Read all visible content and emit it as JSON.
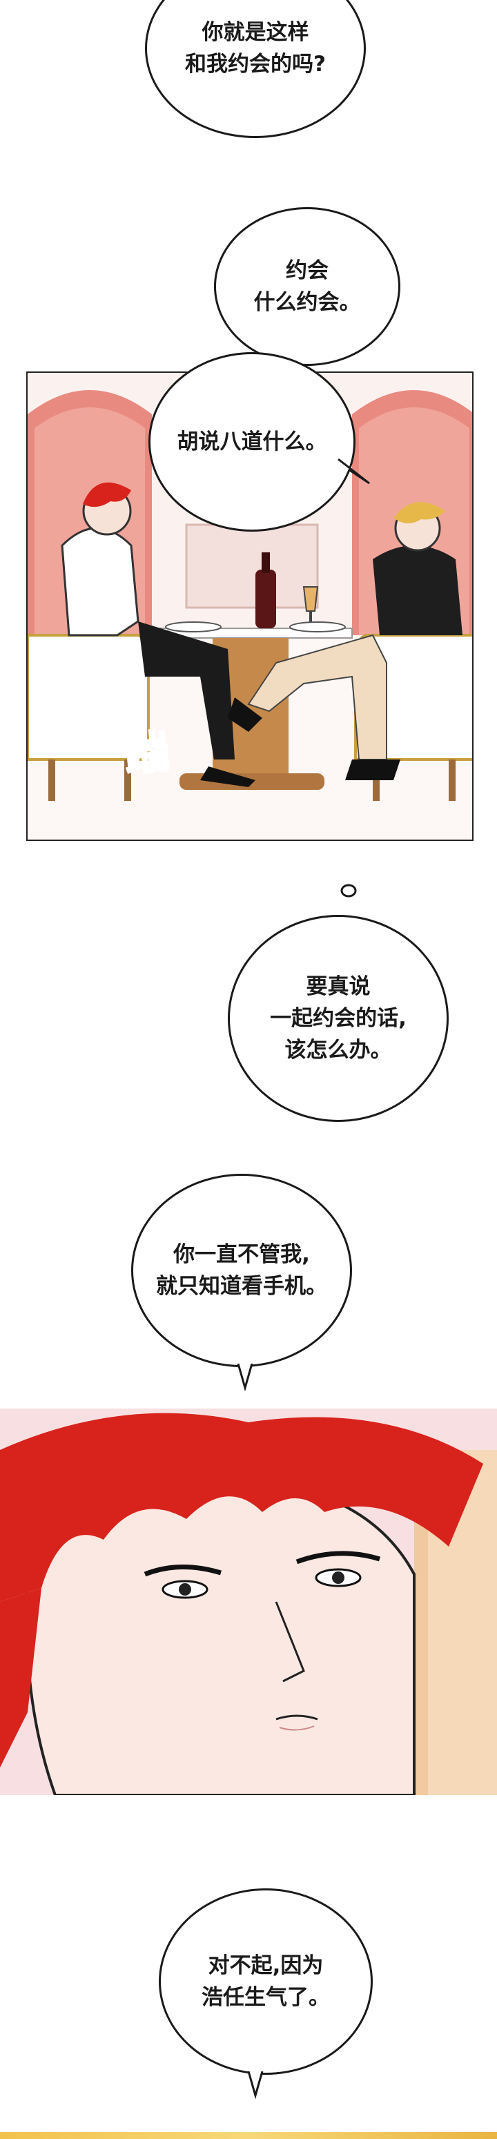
{
  "bubbles": {
    "b1": "你就是这样\n和我约会的吗?",
    "b2": "约会\n什么约会。",
    "b3": "胡说八道什么。",
    "b4": "要真说\n一起约会的话,\n该怎么办。",
    "b5": "你一直不管我,\n就只知道看手机。",
    "b6": "对不起,因为\n浩任生气了。"
  },
  "sfx": {
    "kick": "踹"
  },
  "colors": {
    "hair_red": "#d8231c",
    "hair_blond": "#e6b84a",
    "curtain": "#e98a80",
    "table": "#c58a4b",
    "bg_pink": "#f7dede"
  }
}
